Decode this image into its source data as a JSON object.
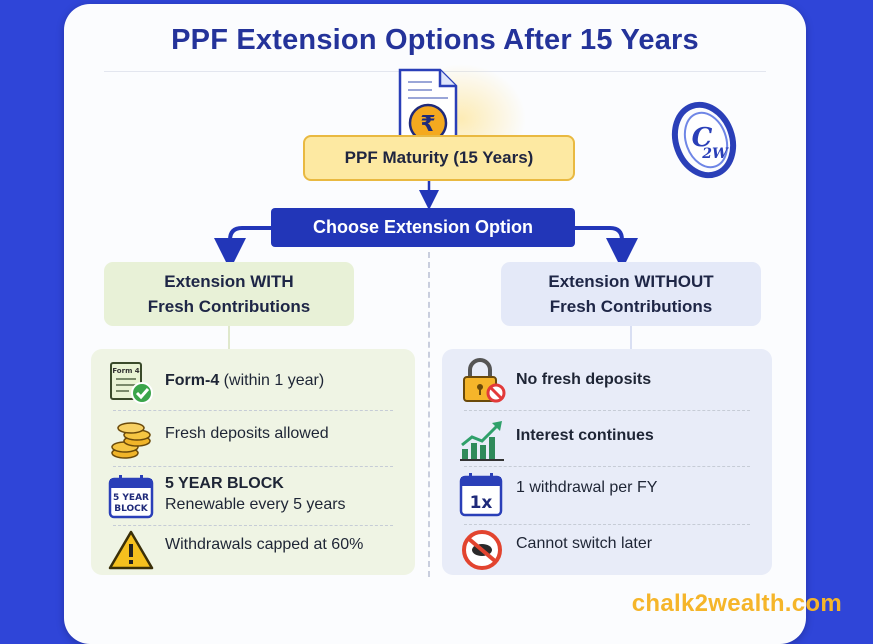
{
  "title": "PPF Extension Options After 15 Years",
  "maturity_label": "PPF Maturity (15 Years)",
  "choose_label": "Choose Extension Option",
  "logo_text": "C2W",
  "left": {
    "heading_line1": "Extension WITH",
    "heading_line2": "Fresh Contributions",
    "items": [
      {
        "bold": "Form-4",
        "text": " (within 1 year)",
        "icon": "form-check-icon"
      },
      {
        "bold": "",
        "text": "Fresh deposits allowed",
        "icon": "coins-icon"
      },
      {
        "bold": "5 YEAR BLOCK",
        "text": "Renewable every 5 years",
        "icon": "calendar-block-icon",
        "badge": "5 YEAR BLOCK"
      },
      {
        "bold": "",
        "text": "Withdrawals capped at 60%",
        "icon": "warning-icon"
      }
    ]
  },
  "right": {
    "heading_line1": "Extension WITHOUT",
    "heading_line2": "Fresh Contributions",
    "items": [
      {
        "text": "No fresh deposits",
        "icon": "lock-no-icon"
      },
      {
        "text": "Interest continues",
        "icon": "growth-chart-icon"
      },
      {
        "text": "1 withdrawal per FY",
        "icon": "calendar-1x-icon",
        "badge": "1x"
      },
      {
        "text": "Cannot switch later",
        "icon": "no-switch-icon"
      }
    ]
  },
  "footer": "chalk2wealth.com",
  "colors": {
    "background": "#2f45d8",
    "title": "#24339a",
    "choose": "#2236b8",
    "maturity": "#fde9a2",
    "left_panel": "#eff4e4",
    "right_panel": "#e8ecf8",
    "footer": "#f5b52a"
  }
}
